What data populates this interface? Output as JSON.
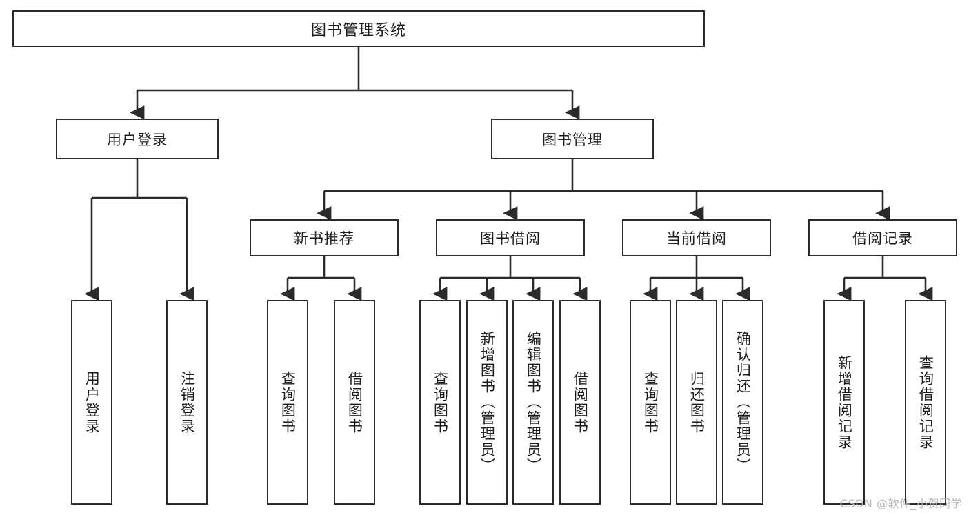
{
  "diagram": {
    "type": "hierarchy-tree",
    "title": "图书管理系统",
    "orientation": "top-down",
    "leaf_text_orientation": "vertical",
    "colors": {
      "box_border": "#2b2b2b",
      "box_fill": "#ffffff",
      "connector": "#2b2b2b",
      "text": "#1d1d1d",
      "watermark": "#b9b9b9",
      "background": "#ffffff"
    }
  },
  "root": {
    "label": "图书管理系统"
  },
  "level1": [
    {
      "label": "用户登录"
    },
    {
      "label": "图书管理"
    }
  ],
  "level2": [
    {
      "label": "新书推荐"
    },
    {
      "label": "图书借阅"
    },
    {
      "label": "当前借阅"
    },
    {
      "label": "借阅记录"
    }
  ],
  "leaves": {
    "user_login": [
      {
        "label": "用户登录"
      },
      {
        "label": "注销登录"
      }
    ],
    "new_book_recommend": [
      {
        "label": "查询图书"
      },
      {
        "label": "借阅图书"
      }
    ],
    "book_borrow": [
      {
        "label": "查询图书"
      },
      {
        "label": "新增图书（管理员）"
      },
      {
        "label": "编辑图书（管理员）"
      },
      {
        "label": "借阅图书"
      }
    ],
    "current_borrow": [
      {
        "label": "查询图书"
      },
      {
        "label": "归还图书"
      },
      {
        "label": "确认归还（管理员）"
      }
    ],
    "borrow_record": [
      {
        "label": "新增借阅记录"
      },
      {
        "label": "查询借阅记录"
      }
    ]
  },
  "watermark": {
    "text": "CSDN @软件_小贺同学"
  }
}
